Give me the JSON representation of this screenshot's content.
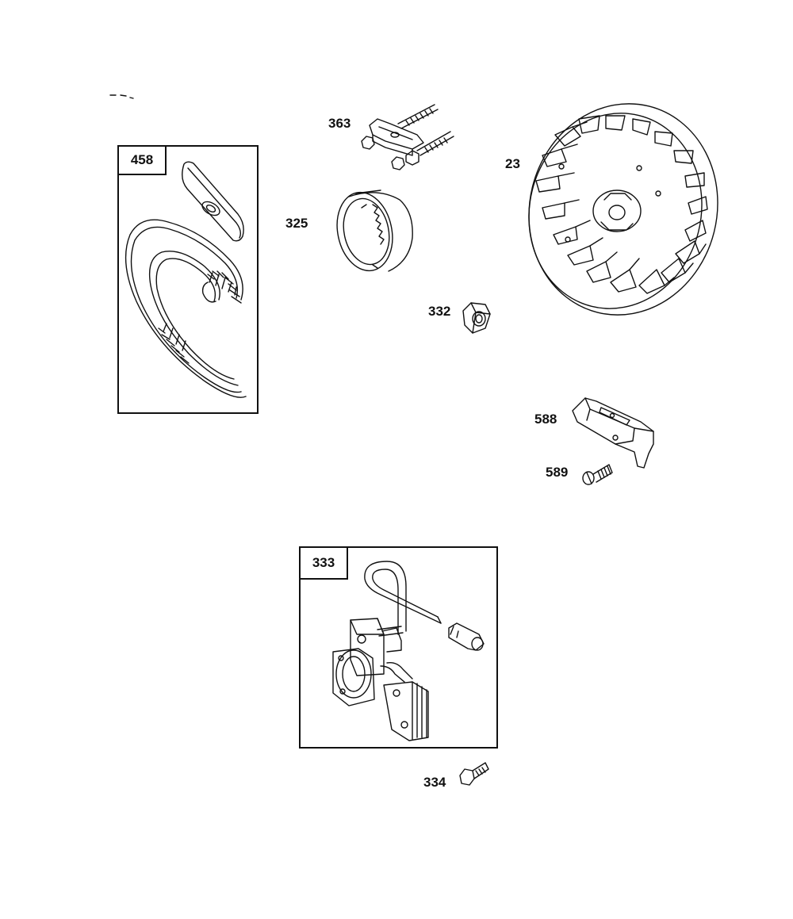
{
  "colors": {
    "ink": "#111111",
    "paper": "#ffffff"
  },
  "parts": [
    {
      "id": "458",
      "label": "458",
      "name": "spring-and-cover kit",
      "boxed": true
    },
    {
      "id": "363",
      "label": "363",
      "name": "flywheel-puller"
    },
    {
      "id": "325",
      "label": "325",
      "name": "starter-cup"
    },
    {
      "id": "23",
      "label": "23",
      "name": "flywheel"
    },
    {
      "id": "332",
      "label": "332",
      "name": "hex-nut"
    },
    {
      "id": "588",
      "label": "588",
      "name": "bracket"
    },
    {
      "id": "589",
      "label": "589",
      "name": "screw"
    },
    {
      "id": "333",
      "label": "333",
      "name": "ignition-armature kit",
      "boxed": true
    },
    {
      "id": "334",
      "label": "334",
      "name": "bolt"
    }
  ]
}
